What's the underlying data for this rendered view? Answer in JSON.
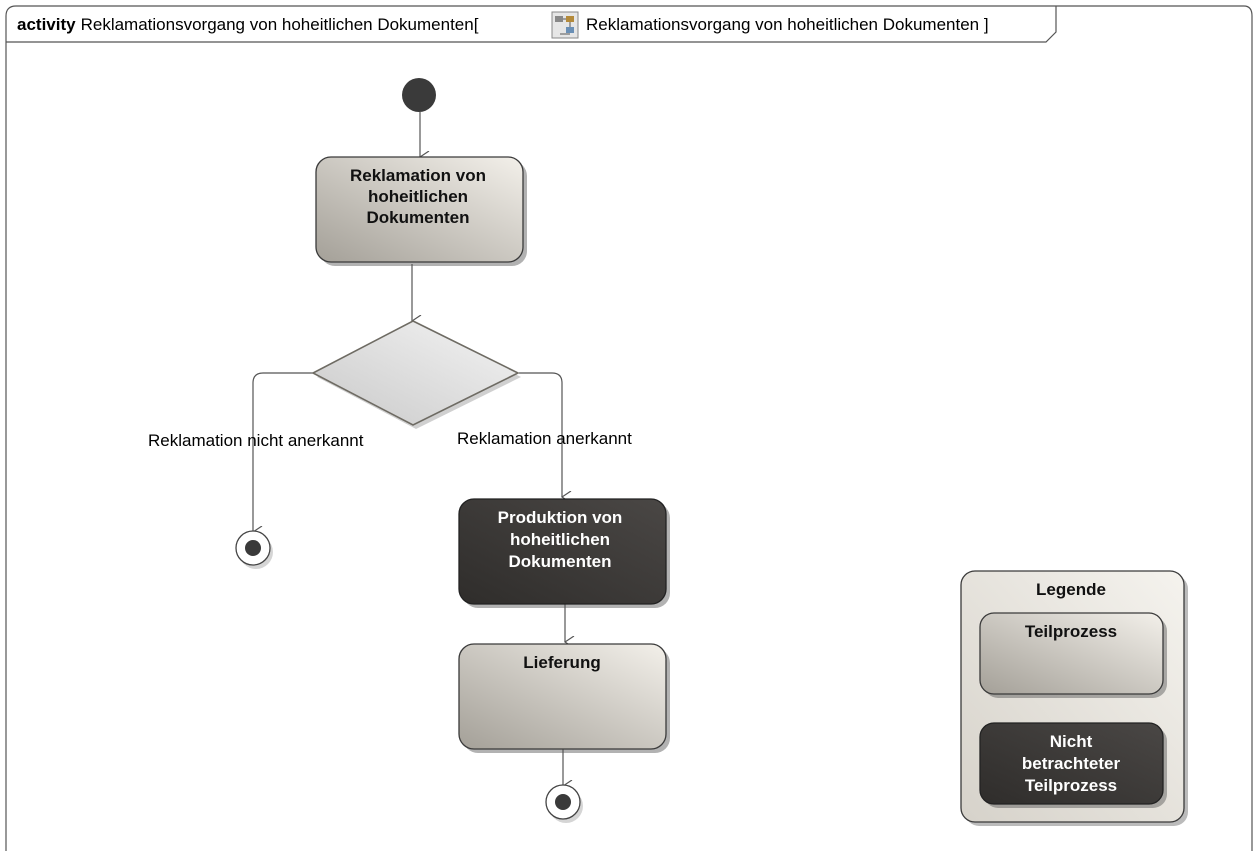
{
  "frame": {
    "keyword": "activity",
    "title": "Reklamationsvorgang von hoheitlichen Dokumenten[",
    "diagram_icon": "activity-diagram-icon",
    "diagram_name": "Reklamationsvorgang von hoheitlichen Dokumenten ]"
  },
  "actions": {
    "reklamation": [
      "Reklamation von",
      "hoheitlichen",
      "Dokumenten"
    ],
    "produktion": [
      "Produktion von",
      "hoheitlichen",
      "Dokumenten"
    ],
    "lieferung": [
      "Lieferung"
    ]
  },
  "guards": {
    "left": "Reklamation nicht anerkannt",
    "right": "Reklamation anerkannt"
  },
  "legend": {
    "title": "Legende",
    "teilprozess": [
      "Teilprozess"
    ],
    "nicht_betrachtet": [
      "Nicht",
      "betrachteter",
      "Teilprozess"
    ]
  },
  "colors": {
    "light_action_start": "#a9a59d",
    "light_action_end": "#f2efe9",
    "dark_action": "#3a3836",
    "node_fill": "#3a3a3a",
    "edge": "#555555"
  }
}
